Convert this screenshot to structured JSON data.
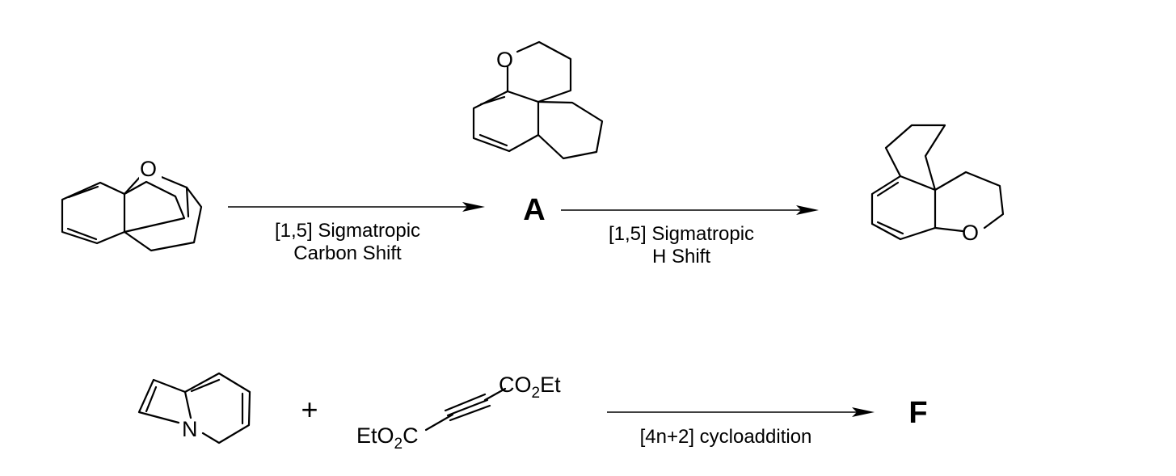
{
  "reaction1": {
    "arrow1_label_line1": "[1,5] Sigmatropic",
    "arrow1_label_line2": "Carbon Shift",
    "intermediate": "A",
    "arrow2_label_line1": "[1,5] Sigmatropic",
    "arrow2_label_line2": "H Shift",
    "starting_material_atom": "O",
    "intermediate_atom": "O",
    "product_atom": "O"
  },
  "reaction2": {
    "indolizine_atom": "N",
    "plus": "+",
    "alkyne_right_group": {
      "a": "CO",
      "sub": "2",
      "b": "Et"
    },
    "alkyne_left_group": {
      "a": "EtO",
      "sub": "2",
      "b": "C"
    },
    "arrow_label": "[4n+2] cycloaddition",
    "product": "F"
  }
}
